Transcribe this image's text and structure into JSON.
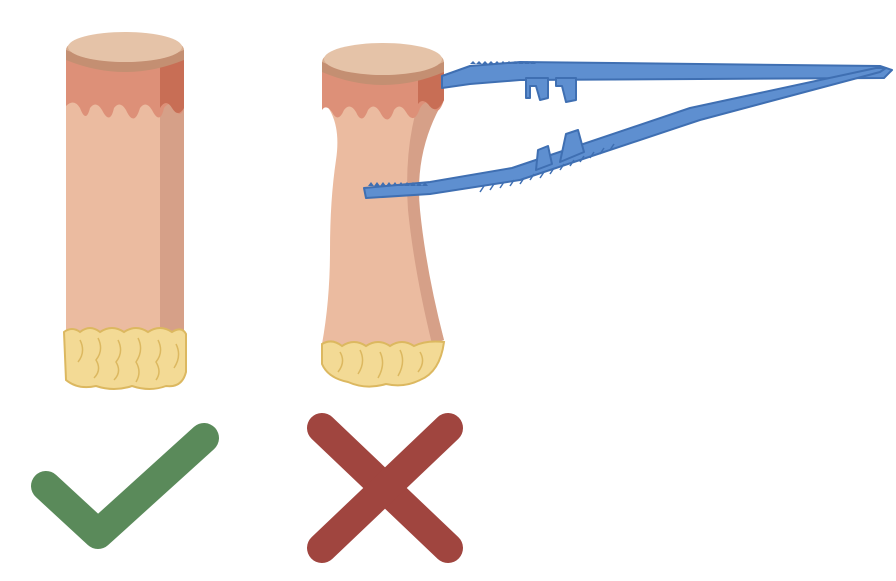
{
  "panels": [
    {
      "id": "correct-handling",
      "verdict": "correct",
      "verdict_icon": "check-mark-icon",
      "verdict_color": "#5a8a5a"
    },
    {
      "id": "incorrect-handling",
      "verdict": "incorrect",
      "verdict_icon": "cross-mark-icon",
      "verdict_color": "#a0453f"
    }
  ],
  "colors": {
    "skin_top": "#d9ad8f",
    "epidermis": "#dd9078",
    "epidermis_dark": "#c86e55",
    "dermis": "#ebbba0",
    "dermis_side": "#d6a088",
    "fat": "#f3da95",
    "fat_outline": "#dcb860",
    "forceps": "#5e8fd0",
    "forceps_dark": "#3f6fb2"
  }
}
